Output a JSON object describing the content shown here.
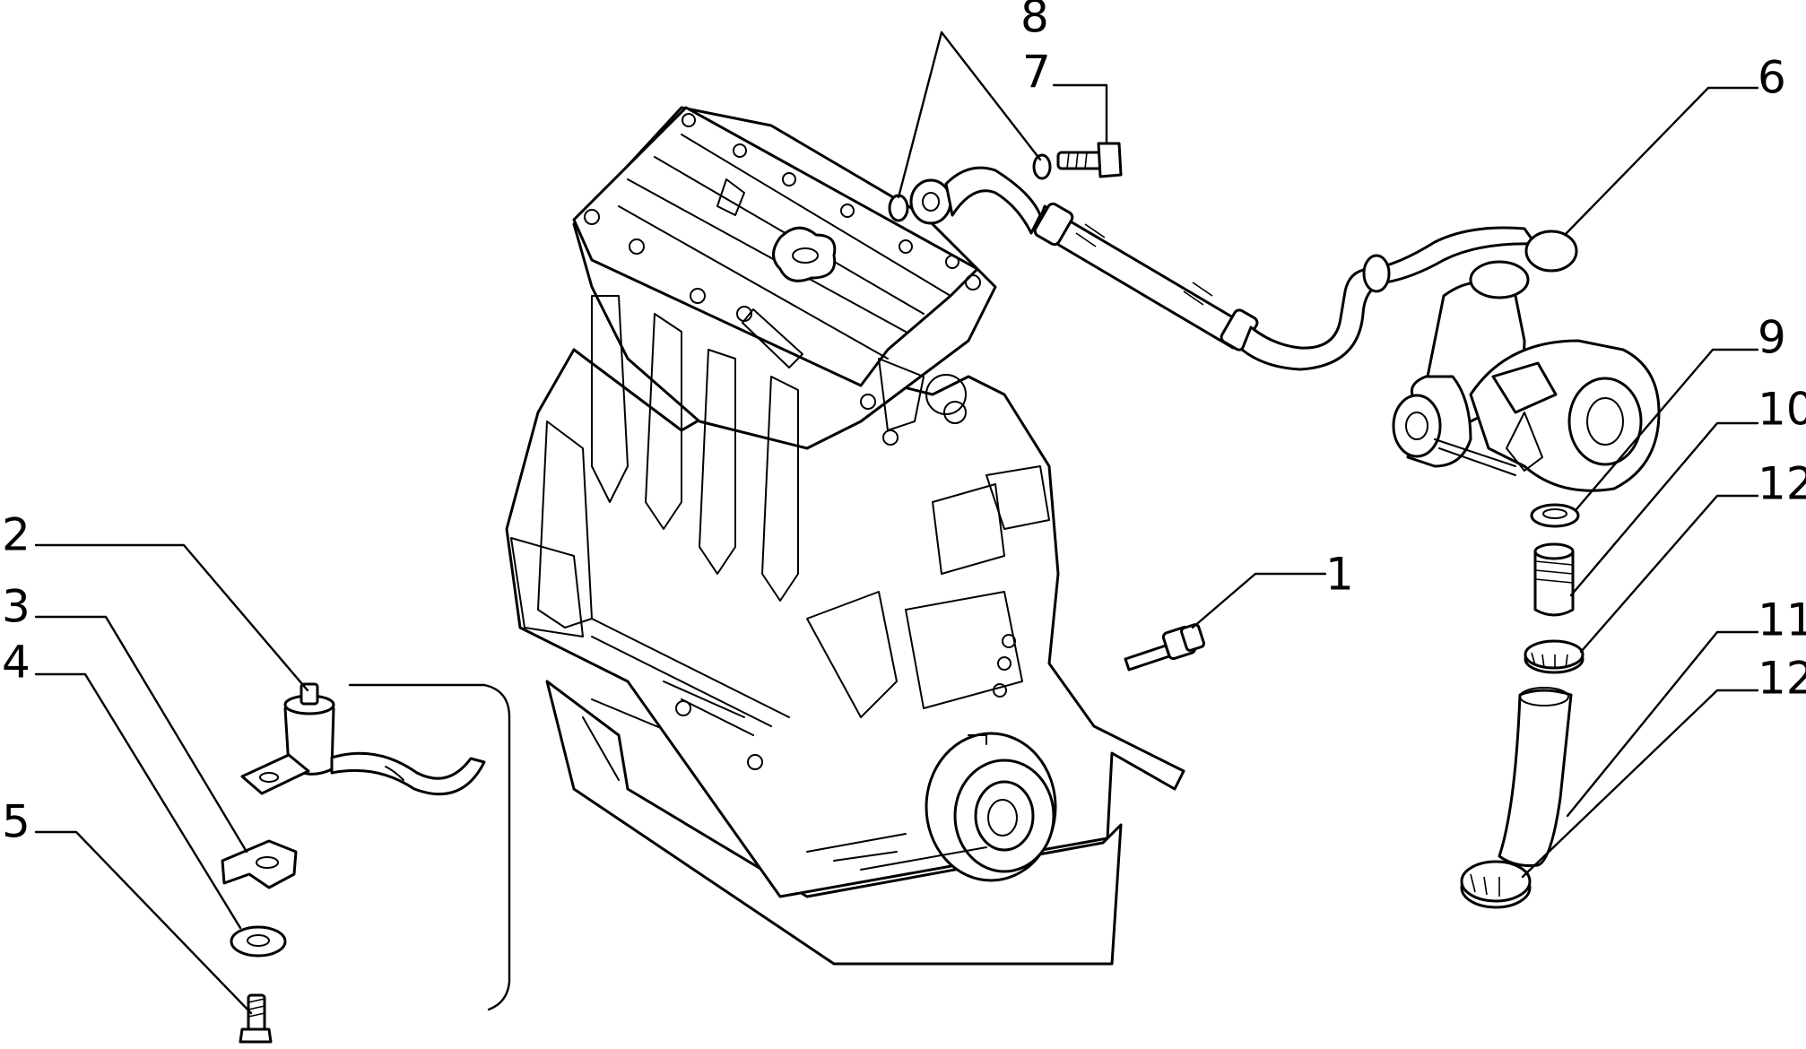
{
  "diagram": {
    "callouts": [
      {
        "id": "1",
        "text": "1"
      },
      {
        "id": "2",
        "text": "2"
      },
      {
        "id": "3",
        "text": "3"
      },
      {
        "id": "4",
        "text": "4"
      },
      {
        "id": "5",
        "text": "5"
      },
      {
        "id": "6",
        "text": "6"
      },
      {
        "id": "7",
        "text": "7"
      },
      {
        "id": "8",
        "text": "8"
      },
      {
        "id": "9",
        "text": "9"
      },
      {
        "id": "10",
        "text": "10"
      },
      {
        "id": "11",
        "text": "11"
      },
      {
        "id": "12a",
        "text": "12"
      },
      {
        "id": "12b",
        "text": "12"
      }
    ]
  }
}
